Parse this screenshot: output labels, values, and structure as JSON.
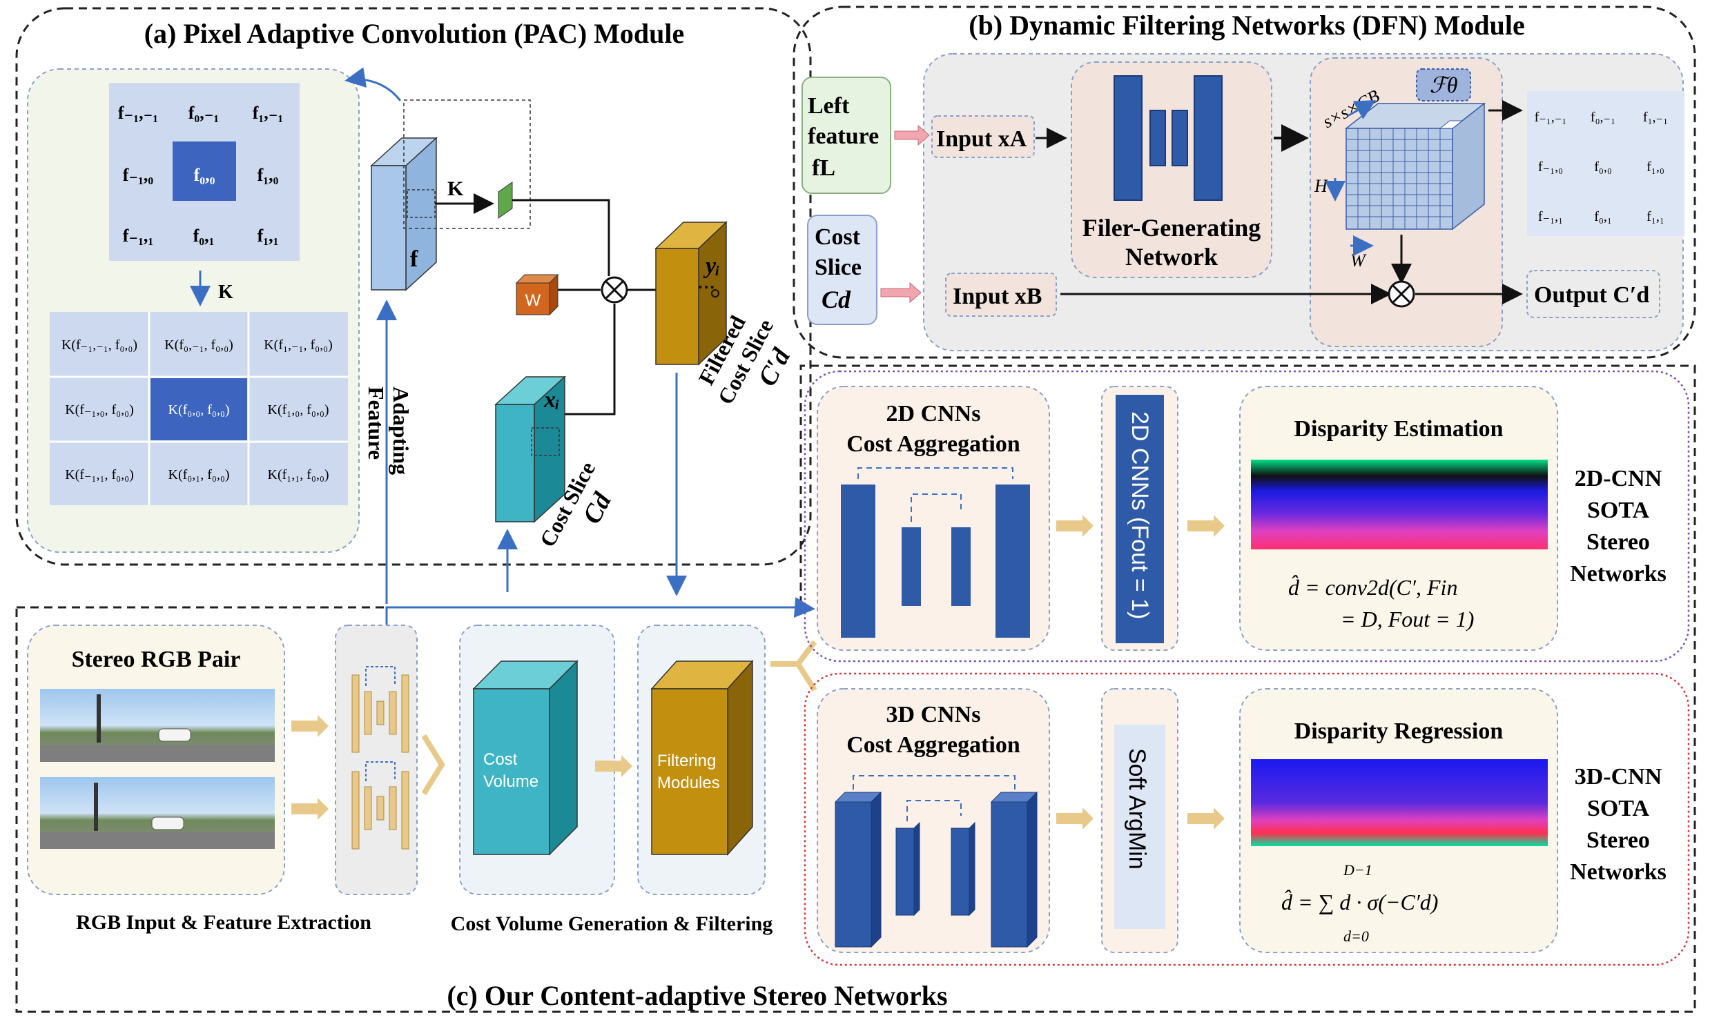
{
  "pac": {
    "title": "(a) Pixel Adaptive Convolution (PAC) Module",
    "grid": [
      [
        "f₋₁,₋₁",
        "f₀,₋₁",
        "f₁,₋₁"
      ],
      [
        "f₋₁,₀",
        "f₀,₀",
        "f₁,₀"
      ],
      [
        "f₋₁,₁",
        "f₀,₁",
        "f₁,₁"
      ]
    ],
    "k_arrow_label": "K",
    "kernel_grid": [
      [
        "K(f₋₁,₋₁, f₀,₀)",
        "K(f₀,₋₁, f₀,₀)",
        "K(f₁,₋₁, f₀,₀)"
      ],
      [
        "K(f₋₁,₀, f₀,₀)",
        "K(f₀,₀, f₀,₀)",
        "K(f₁,₀, f₀,₀)"
      ],
      [
        "K(f₋₁,₁, f₀,₀)",
        "K(f₀,₁, f₀,₀)",
        "K(f₁,₁, f₀,₀)"
      ]
    ],
    "feature_label": "f",
    "k_label": "K",
    "w_label": "W",
    "y_label": "yᵢ",
    "x_label": "xᵢ",
    "adapting_feature": [
      "Adapting",
      "Feature"
    ],
    "filtered_cost_slice": [
      "Filtered",
      "Cost Slice",
      "C′d"
    ],
    "cost_slice": [
      "Cost Slice",
      "Cd"
    ]
  },
  "dfn": {
    "title": "(b) Dynamic Filtering Networks (DFN) Module",
    "left_feature": [
      "Left",
      "feature",
      "fL"
    ],
    "cost_slice": [
      "Cost",
      "Slice",
      "Cd"
    ],
    "input_a": "Input xA",
    "input_b": "Input xB",
    "filter_net": [
      "Filer-Generating",
      "Network"
    ],
    "cube_top": "s×s×CB",
    "f_theta": "ℱθ",
    "h_label": "H",
    "w_label": "W",
    "grid": [
      [
        "f₋₁,₋₁",
        "f₀,₋₁",
        "f₁,₋₁"
      ],
      [
        "f₋₁,₀",
        "f₀,₀",
        "f₁,₀"
      ],
      [
        "f₋₁,₁",
        "f₀,₁",
        "f₁,₁"
      ]
    ],
    "output": "Output C′d"
  },
  "pipeline": {
    "title": "(c) Our Content-adaptive Stereo Networks",
    "stereo_pair": "Stereo RGB Pair",
    "rgb_caption": "RGB Input & Feature Extraction",
    "cost_volume": [
      "Cost",
      "Volume"
    ],
    "filtering": [
      "Filtering",
      "Modules"
    ],
    "cv_caption": "Cost Volume Generation & Filtering"
  },
  "branch2d": {
    "agg": [
      "2D CNNs",
      "Cost Aggregation"
    ],
    "head": "2D CNNs (Fout = 1)",
    "est_title": "Disparity Estimation",
    "formula": [
      "d̂  = conv2d(C′, Fin",
      "= D, Fout = 1)"
    ],
    "side": [
      "2D-CNN",
      "SOTA",
      "Stereo",
      "Networks"
    ]
  },
  "branch3d": {
    "agg": [
      "3D CNNs",
      "Cost Aggregation"
    ],
    "head": "Soft ArgMin",
    "reg_title": "Disparity Regression",
    "formula": [
      "D−1",
      "d̂  = ∑ d · σ(−C′d)",
      "d=0"
    ],
    "side": [
      "3D-CNN",
      "SOTA",
      "Stereo",
      "Networks"
    ]
  },
  "colors": {
    "accent_blue": "#3b5ea8",
    "teal": "#3fb4c4",
    "gold": "#c2900e",
    "purple_border": "#7b4fb8",
    "red_border": "#d23a3a"
  }
}
